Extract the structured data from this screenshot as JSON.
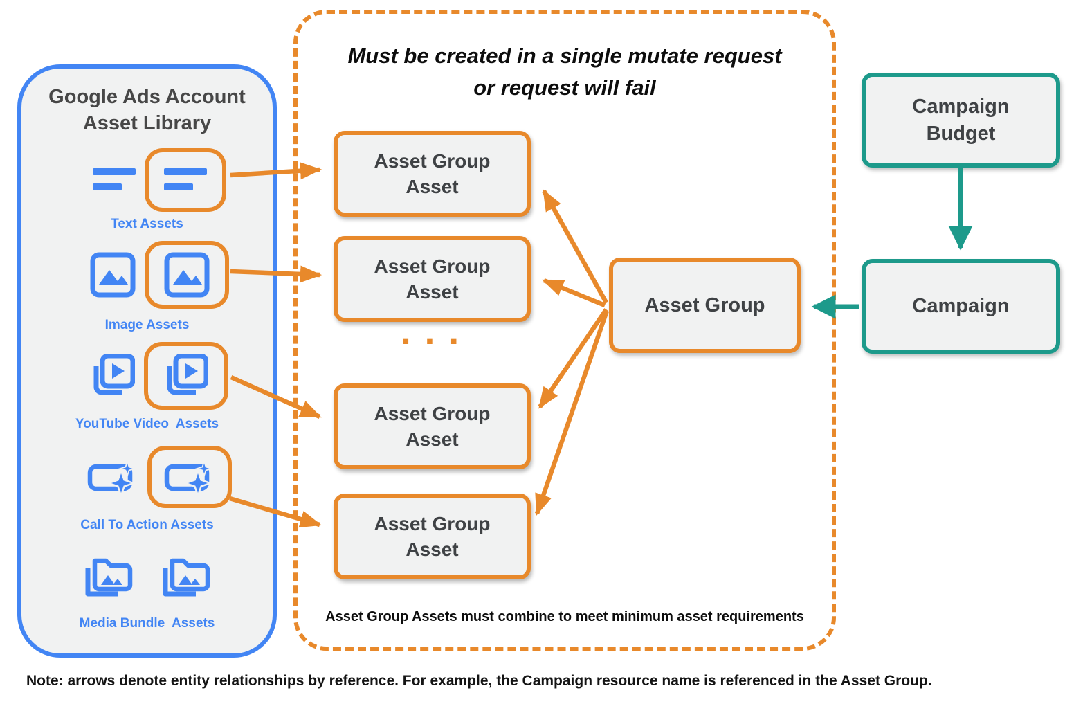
{
  "colors": {
    "blue": "#4285F4",
    "orange": "#E8892B",
    "teal": "#1D9A8B",
    "box_fill": "#F1F2F2",
    "dark_text": "#3F4245",
    "black_text": "#0d0d0d"
  },
  "library": {
    "title_line1": "Google Ads Account",
    "title_line2": "Asset Library",
    "items": [
      {
        "label": "Text Assets",
        "icon": "text-lines-icon"
      },
      {
        "label": "Image Assets",
        "icon": "image-icon"
      },
      {
        "label": "YouTube Video  Assets",
        "icon": "youtube-video-icon"
      },
      {
        "label": "Call To Action Assets",
        "icon": "call-to-action-icon"
      },
      {
        "label": "Media Bundle  Assets",
        "icon": "media-bundle-icon"
      }
    ]
  },
  "mutate_box": {
    "title_line1": "Must be created in a single mutate request",
    "title_line2": "or request will fail",
    "asset_boxes": [
      "Asset Group Asset",
      "Asset Group Asset",
      "Asset Group Asset",
      "Asset Group Asset"
    ],
    "ellipsis": "...",
    "footnote": "Asset Group Assets must combine to meet minimum asset requirements"
  },
  "asset_group": {
    "label": "Asset Group"
  },
  "campaign_budget": {
    "label": "Campaign Budget"
  },
  "campaign": {
    "label": "Campaign"
  },
  "note": "Note: arrows denote entity relationships by reference. For example, the Campaign resource name is referenced in the Asset Group."
}
